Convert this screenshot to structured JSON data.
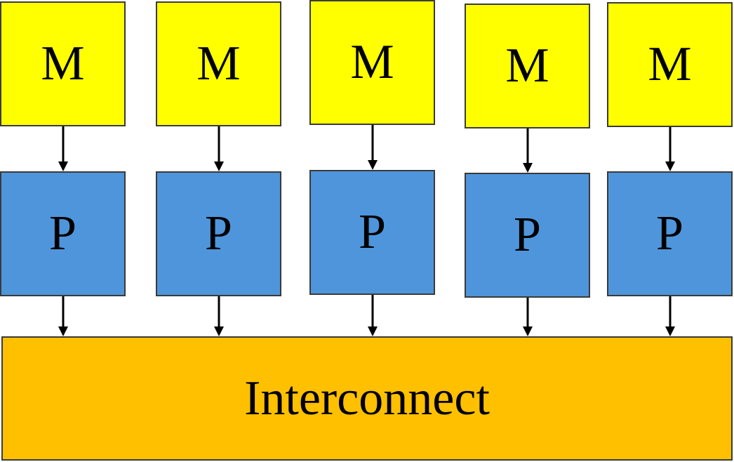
{
  "colors": {
    "memory": "#ffff00",
    "processor": "#4f95db",
    "interconnect": "#ffc000",
    "arrow": "#000000"
  },
  "columns": [
    {
      "memory_label": "M",
      "processor_label": "P"
    },
    {
      "memory_label": "M",
      "processor_label": "P"
    },
    {
      "memory_label": "M",
      "processor_label": "P"
    },
    {
      "memory_label": "M",
      "processor_label": "P"
    },
    {
      "memory_label": "M",
      "processor_label": "P"
    }
  ],
  "interconnect": {
    "label": "Interconnect"
  }
}
